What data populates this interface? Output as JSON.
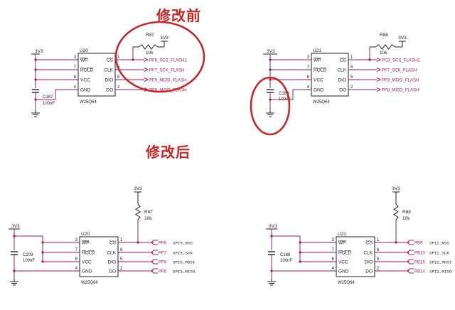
{
  "headings": {
    "before": "修改前",
    "after": "修改后"
  },
  "colors": {
    "wire": "#1f1f1f",
    "net": "#9b1b5a",
    "pin": "#7a1d6e",
    "circle": "#c62828",
    "chip_fill": "#ffffff"
  },
  "chips": {
    "u20_top": {
      "ref": "U20",
      "part": "W25Q64",
      "pins_left": [
        {
          "num": "3",
          "name": "WP"
        },
        {
          "num": "7",
          "name": "HOLD"
        },
        {
          "num": "8",
          "name": "VCC"
        },
        {
          "num": "4",
          "name": "GND"
        }
      ],
      "pins_right": [
        {
          "num": "1",
          "name": "CS"
        },
        {
          "num": "6",
          "name": "CLK"
        },
        {
          "num": "5",
          "name": "DIO"
        },
        {
          "num": "2",
          "name": "DO"
        }
      ]
    },
    "u21_top": {
      "ref": "U21",
      "part": "W25Q64",
      "pins_left": [
        {
          "num": "3",
          "name": "WP"
        },
        {
          "num": "7",
          "name": "HOLD"
        },
        {
          "num": "8",
          "name": "VCC"
        },
        {
          "num": "4",
          "name": "GND"
        }
      ],
      "pins_right": [
        {
          "num": "1",
          "name": "CS"
        },
        {
          "num": "6",
          "name": "CLK"
        },
        {
          "num": "5",
          "name": "DIO"
        },
        {
          "num": "2",
          "name": "DO"
        }
      ]
    },
    "u20_bottom": {
      "ref": "U20",
      "part": "W25Q64",
      "pins_left": [
        {
          "num": "3",
          "name": "WP"
        },
        {
          "num": "7",
          "name": "HOLD"
        },
        {
          "num": "8",
          "name": "VCC"
        },
        {
          "num": "4",
          "name": "GND"
        }
      ],
      "pins_right": [
        {
          "num": "1",
          "name": "CS"
        },
        {
          "num": "6",
          "name": "CLK"
        },
        {
          "num": "5",
          "name": "DIO"
        },
        {
          "num": "2",
          "name": "DO"
        }
      ]
    },
    "u21_bottom": {
      "ref": "U21",
      "part": "W25Q64",
      "pins_left": [
        {
          "num": "3",
          "name": "WP"
        },
        {
          "num": "7",
          "name": "HOLD"
        },
        {
          "num": "8",
          "name": "VCC"
        },
        {
          "num": "4",
          "name": "GND"
        }
      ],
      "pins_right": [
        {
          "num": "1",
          "name": "CS"
        },
        {
          "num": "6",
          "name": "CLK"
        },
        {
          "num": "5",
          "name": "DIO"
        },
        {
          "num": "2",
          "name": "DO"
        }
      ]
    }
  },
  "top_left": {
    "power": "3V3",
    "resistor": "R87",
    "res_value": "10k",
    "res_power": "3V3",
    "cap": "C187",
    "cap_value": "100nF",
    "nets": [
      "PF6_SCS_FLASH1",
      "PF7_SCK_FLASH",
      "PF9_MOSI_FLASH",
      "PF8_MISO_FLASH"
    ]
  },
  "top_right": {
    "power": "3V3",
    "resistor": "R88",
    "res_value": "10k",
    "res_power": "3V3",
    "cap": "C188",
    "cap_value": "100nF",
    "nets": [
      "PC3_SCS_FLASH2",
      "PF7_SCK_FLASH",
      "PF9_MOSI_FLASH",
      "PF8_MISO_FLASH"
    ]
  },
  "bottom_left": {
    "power": "3V3",
    "resistor": "R87",
    "res_value": "10k",
    "res_power": "3V3",
    "cap": "C209",
    "cap_value": "100nF",
    "ports": [
      "PF6",
      "PF7",
      "PF9",
      "PF8"
    ],
    "signals": [
      "SPI5_NSS",
      "SPI5_SCK",
      "SPI5_MOSI",
      "SPI5_MISO"
    ]
  },
  "bottom_right": {
    "power": "3V3",
    "resistor": "R88",
    "res_value": "10k",
    "res_power": "3V3",
    "cap": "C188",
    "cap_value": "100nF",
    "ports": [
      "PB9",
      "PB10",
      "PB15",
      "PB14"
    ],
    "signals": [
      "SPI2_NSS",
      "SPI2_SCK",
      "SPI2_MOSI",
      "SPI2_MISO"
    ]
  }
}
